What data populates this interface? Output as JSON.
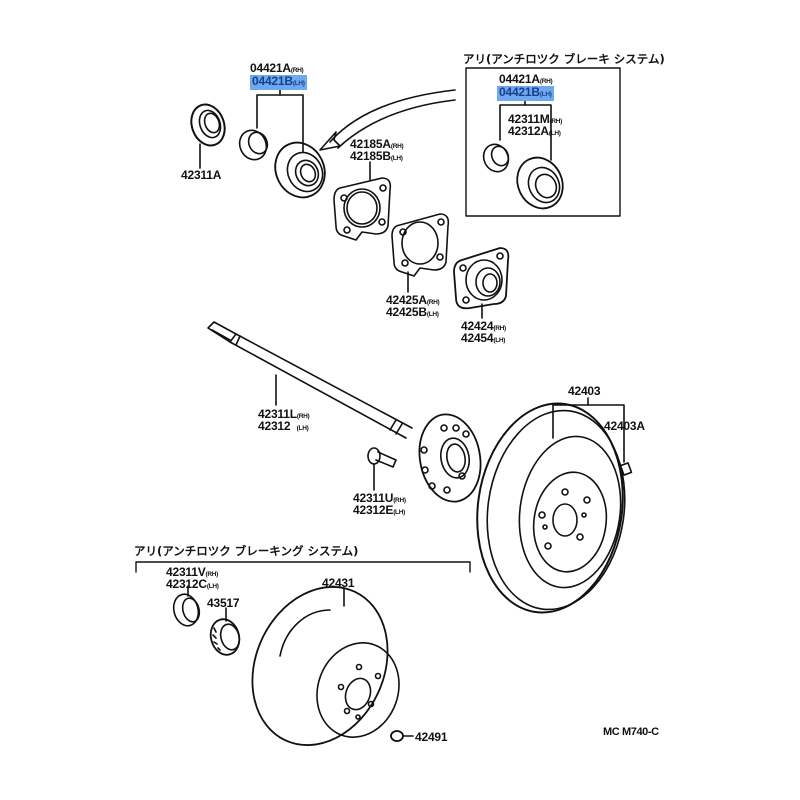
{
  "diagram": {
    "type": "exploded parts diagram",
    "subject": "Rear axle shaft, hub bearing and brake drum/disc",
    "highlight_color": "#6ea8f0",
    "figure_code": "MC M740-C",
    "groups": {
      "abs_brake_system": {
        "title": "アリ(アンチロツク ブレーキ システム)"
      },
      "abs_braking_system": {
        "title": "アリ(アンチロツク ブレーキング システム)"
      }
    },
    "labels": {
      "bearing_kit_top_a": {
        "part": "04421A",
        "side": "(RH)",
        "highlighted": false
      },
      "bearing_kit_top_b": {
        "part": "04421B",
        "side": "(LH)",
        "highlighted": true
      },
      "oil_seal": {
        "part": "42311A",
        "side": ""
      },
      "retainer_a": {
        "part": "42185A",
        "side": "(RH)"
      },
      "retainer_b": {
        "part": "42185B",
        "side": "(LH)"
      },
      "abs_bearing_kit_a": {
        "part": "04421A",
        "side": "(RH)",
        "highlighted": false
      },
      "abs_bearing_kit_b": {
        "part": "04421B",
        "side": "(LH)",
        "highlighted": true
      },
      "abs_bearing_m": {
        "part": "42311M",
        "side": "(RH)"
      },
      "abs_bearing_a": {
        "part": "42312A",
        "side": "(LH)"
      },
      "gasket_a": {
        "part": "42425A",
        "side": "(RH)"
      },
      "gasket_b": {
        "part": "42425B",
        "side": "(LH)"
      },
      "sensor_rotor_rh": {
        "part": "42424",
        "side": "(RH)"
      },
      "sensor_rotor_lh": {
        "part": "42454",
        "side": "(LH)"
      },
      "axle_shaft_rh": {
        "part": "42311L",
        "side": "(RH)"
      },
      "axle_shaft_lh": {
        "part": "42312",
        "side": "(LH)"
      },
      "hub_bolt_rh": {
        "part": "42311U",
        "side": "(RH)"
      },
      "hub_bolt_lh": {
        "part": "42312E",
        "side": "(LH)"
      },
      "brake_drum": {
        "part": "42403",
        "side": ""
      },
      "drum_plug": {
        "part": "42403A",
        "side": ""
      },
      "abs_shaft_rh": {
        "part": "42311V",
        "side": "(RH)"
      },
      "abs_shaft_lh": {
        "part": "42312C",
        "side": "(LH)"
      },
      "abs_bearing": {
        "part": "43517",
        "side": ""
      },
      "disc_rotor": {
        "part": "42431",
        "side": ""
      },
      "set_screw": {
        "part": "42491",
        "side": ""
      }
    }
  }
}
